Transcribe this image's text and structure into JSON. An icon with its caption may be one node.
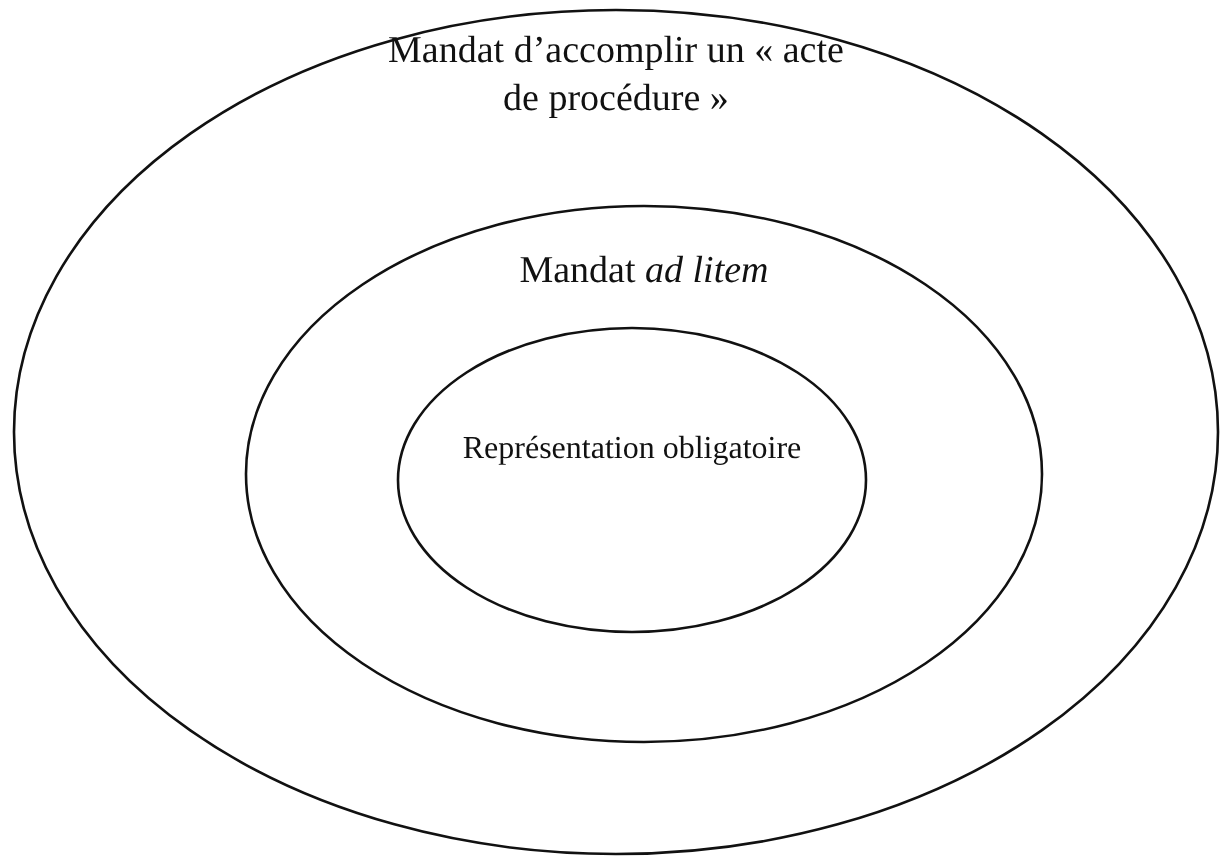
{
  "diagram": {
    "nodes": [
      {
        "text": [
          "Mandat d’accomplir un « acte de procédure »"
        ]
      },
      {
        "text": [
          "Mandat *ad litem*"
        ],
        "in": 0
      },
      {
        "text": [
          "Représentation obligatoire"
        ],
        "in": 1
      }
    ]
  }
}
